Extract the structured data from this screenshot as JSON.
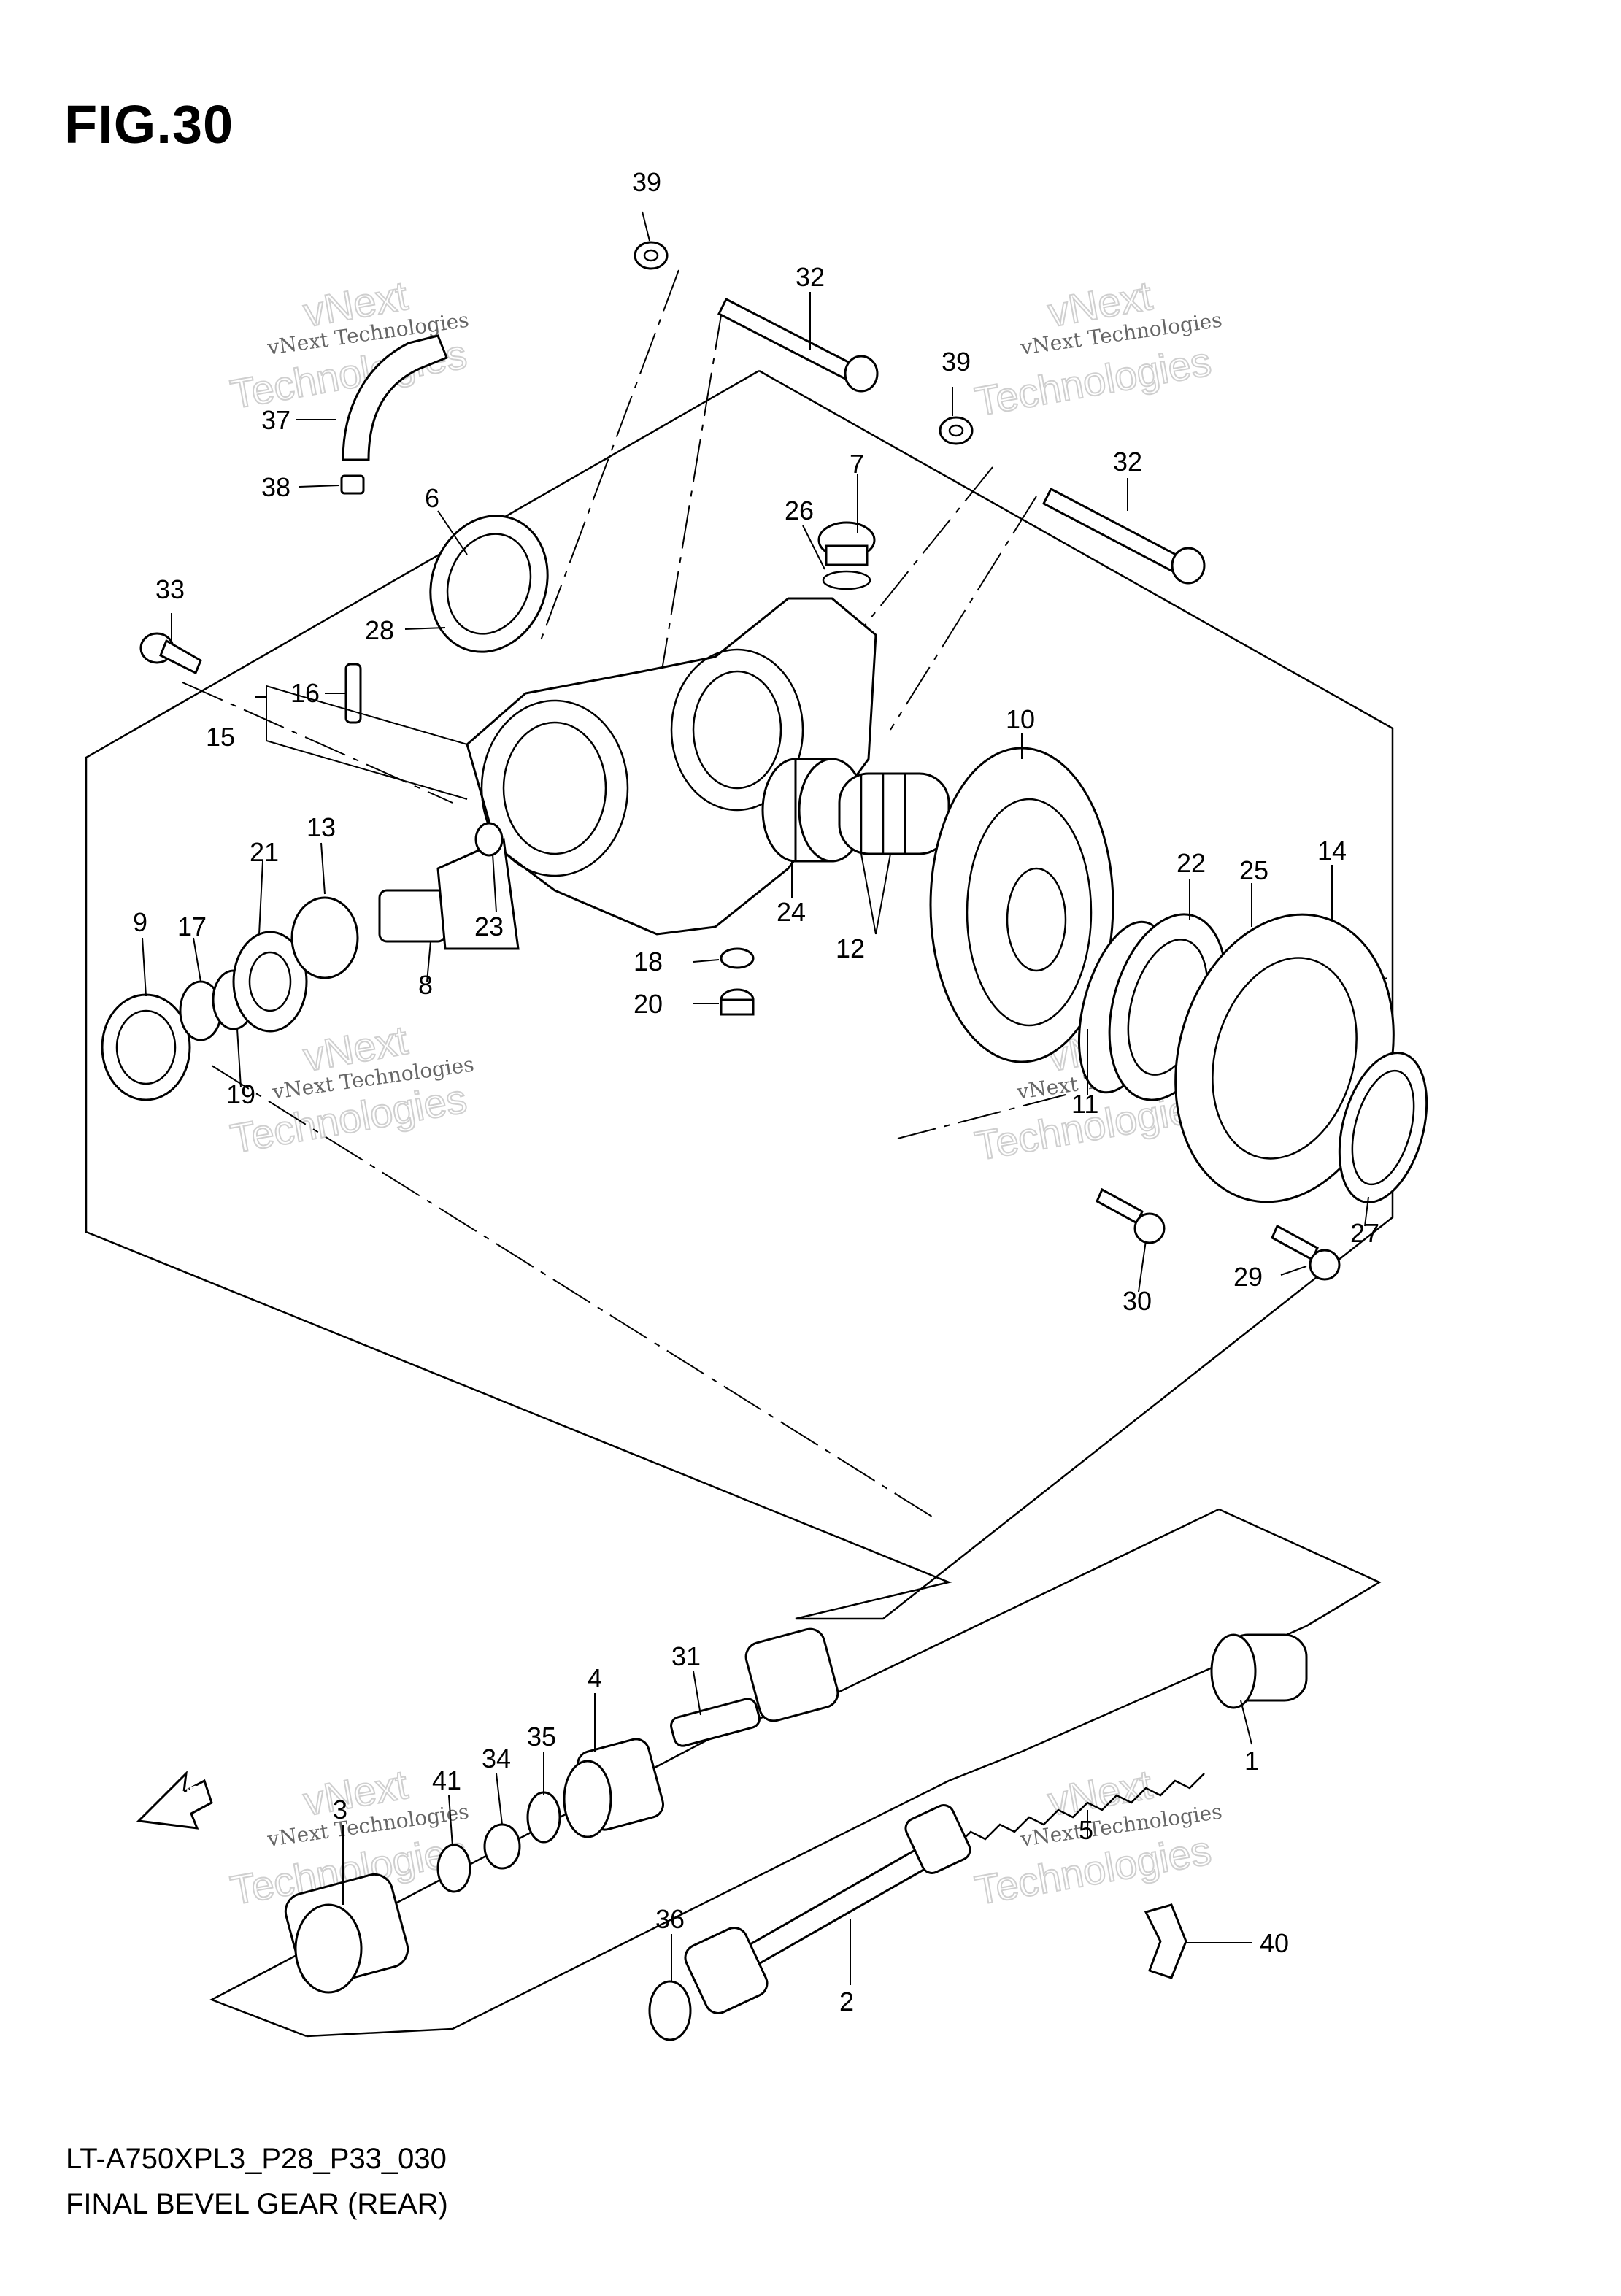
{
  "figure": {
    "title": "FIG.30",
    "model_code": "LT-A750XPL3_P28_P33_030",
    "name": "FINAL BEVEL GEAR (REAR)"
  },
  "watermark": {
    "line1": "vNext Technologies",
    "line2": "vNext",
    "line3": "Technologies"
  },
  "fwd_label": "FWD",
  "callouts": {
    "c1": "1",
    "c2": "2",
    "c3": "3",
    "c4": "4",
    "c5": "5",
    "c6": "6",
    "c7": "7",
    "c8": "8",
    "c9": "9",
    "c10": "10",
    "c11": "11",
    "c12": "12",
    "c13": "13",
    "c14": "14",
    "c15": "15",
    "c16": "16",
    "c17": "17",
    "c18": "18",
    "c19": "19",
    "c20": "20",
    "c21": "21",
    "c22": "22",
    "c23": "23",
    "c24": "24",
    "c25": "25",
    "c26": "26",
    "c27": "27",
    "c28": "28",
    "c29": "29",
    "c30": "30",
    "c31": "31",
    "c32a": "32",
    "c32b": "32",
    "c33": "33",
    "c34": "34",
    "c35": "35",
    "c36": "36",
    "c37": "37",
    "c38": "38",
    "c39a": "39",
    "c39b": "39",
    "c40": "40",
    "c41": "41"
  }
}
